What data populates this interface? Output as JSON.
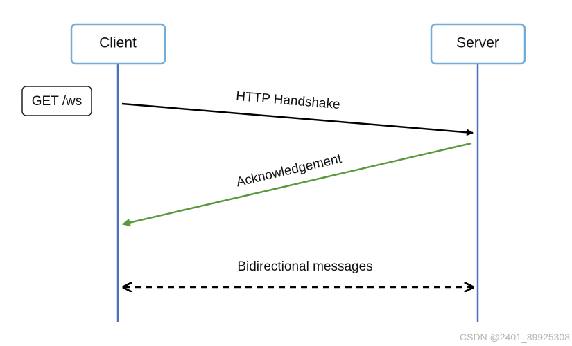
{
  "actors": {
    "client": "Client",
    "server": "Server"
  },
  "note": {
    "text": "GET /ws"
  },
  "messages": {
    "handshake": "HTTP Handshake",
    "acknowledgement": "Acknowledgement",
    "bidirectional": "Bidirectional messages"
  },
  "watermark": {
    "text": "CSDN @2401_89925308"
  },
  "colors": {
    "actor_border": "#74acd8",
    "lifeline": "#4a72b4",
    "handshake_arrow": "#000000",
    "ack_arrow": "#5a9a3c",
    "bidirectional_arrow": "#000000"
  }
}
